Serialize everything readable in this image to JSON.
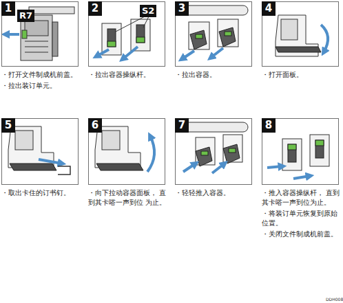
{
  "diagram": {
    "nodes": [
      {
        "text": [
          "1",
          "・打开文件制成机前盖。",
          "・拉出装订单元。"
        ]
      },
      {
        "text": [
          "2",
          "・拉出容器操纵杆。"
        ]
      },
      {
        "text": [
          "3",
          "・拉出容器。"
        ]
      },
      {
        "text": [
          "4",
          "・打开面板。"
        ]
      },
      {
        "text": [
          "5",
          "・取出卡住的订书钉。"
        ]
      },
      {
        "text": [
          "6",
          "・向下拉动容器面板， 直到其卡嗒一声到位 为止。"
        ]
      },
      {
        "text": [
          "7",
          "・轻轻推入容器。"
        ]
      },
      {
        "text": [
          "8",
          "・推入容器操纵杆， 直到 其卡嗒一声到位为止。",
          "・将装订单元恢复到原始 位置。",
          "・关闭文件制成机前盖。"
        ]
      }
    ],
    "labels": [
      "R7",
      "S2",
      "DDH008"
    ]
  }
}
